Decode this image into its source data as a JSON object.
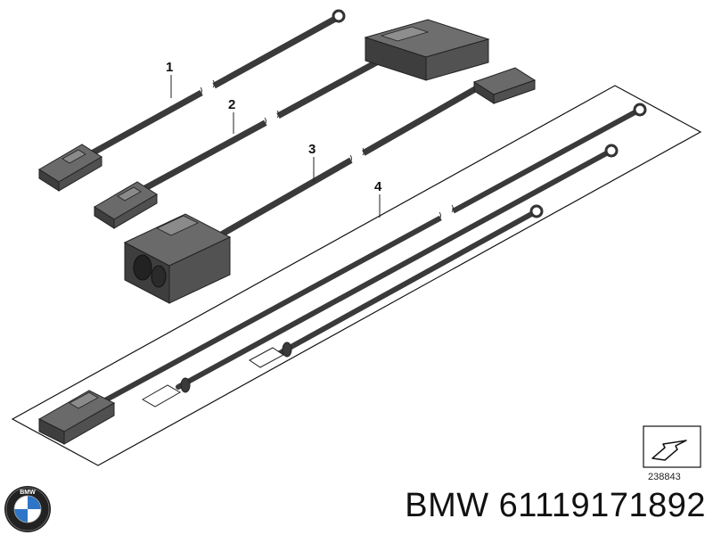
{
  "diagram": {
    "callouts": [
      "1",
      "2",
      "3",
      "4"
    ],
    "reference_number": "238843"
  },
  "footer": {
    "logo_text": "BMW",
    "part_caption": "BMW 61119171892"
  },
  "colors": {
    "cable": "#3a3a3a",
    "connector": "#5a5a5a",
    "outline": "#111111"
  }
}
